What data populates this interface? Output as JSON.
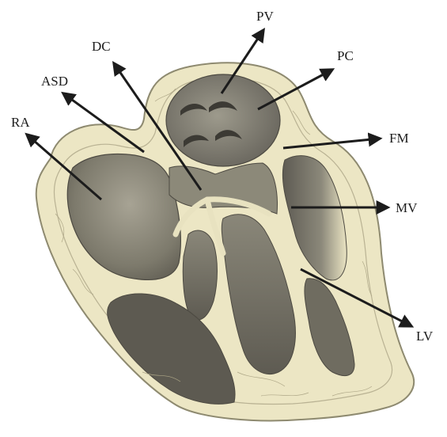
{
  "labels": {
    "pv": "PV",
    "dc": "DC",
    "pc": "PC",
    "asd": "ASD",
    "ra": "RA",
    "fm": "FM",
    "mv": "MV",
    "lv": "LV"
  },
  "colors": {
    "paper": "#ffffff",
    "heart_wall": "#ece6c4",
    "wall_outline": "#8e8a70",
    "chamber_dark": "#6f6c60",
    "chamber_mid": "#8d8a7c",
    "arrow": "#1c1c1c",
    "text": "#1c1c1c"
  }
}
